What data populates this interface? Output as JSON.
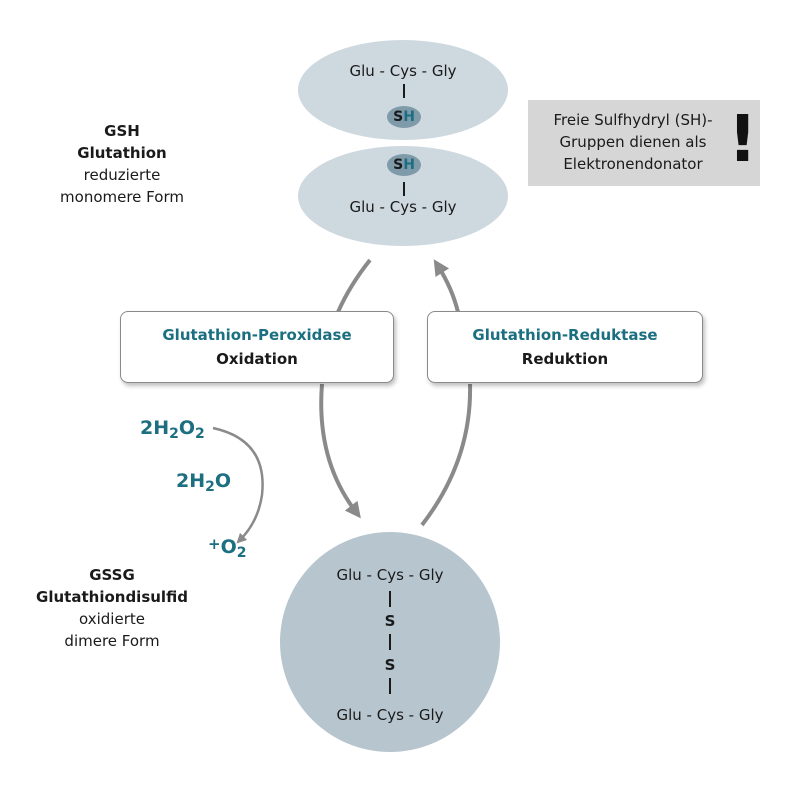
{
  "top_molecule": {
    "chain_text": "Glu - Cys - Gly",
    "sh_s": "S",
    "sh_h": "H"
  },
  "bottom_gsh_molecule": {
    "chain_text": "Glu - Cys - Gly",
    "sh_s": "S",
    "sh_h": "H"
  },
  "gsh_label": {
    "abbr": "GSH",
    "name": "Glutathion",
    "line3": "reduzierte",
    "line4": "monomere Form"
  },
  "note": {
    "line1": "Freie Sulfhydryl (SH)-",
    "line2": "Gruppen dienen als",
    "line3": "Elektronendonator",
    "mark": "!"
  },
  "enzyme_left": {
    "name": "Glutathion-Peroxidase",
    "process": "Oxidation"
  },
  "enzyme_right": {
    "name": "Glutathion-Reduktase",
    "process": "Reduktion"
  },
  "formulas": {
    "h2o2": {
      "coef": "2",
      "h": "H",
      "h_sub": "2",
      "o": "O",
      "o_sub": "2"
    },
    "h2o": {
      "coef": "2",
      "h": "H",
      "h_sub": "2",
      "o": "O"
    },
    "o2": {
      "plus": "+",
      "o": "O",
      "o_sub": "2"
    }
  },
  "gssg_label": {
    "abbr": "GSSG",
    "name": "Glutathiondisulfid",
    "line3": "oxidierte",
    "line4": "dimere Form"
  },
  "gssg_molecule": {
    "top_chain": "Glu - Cys - Gly",
    "s1": "S",
    "s2": "S",
    "bottom_chain": "Glu - Cys - Gly"
  },
  "colors": {
    "accent_teal": "#1b6f80",
    "ellipse_fill": "#ced8df",
    "circle_fill": "#b7c5ce",
    "arrow_gray": "#8a8a8a",
    "note_bg": "#d6d6d6"
  }
}
